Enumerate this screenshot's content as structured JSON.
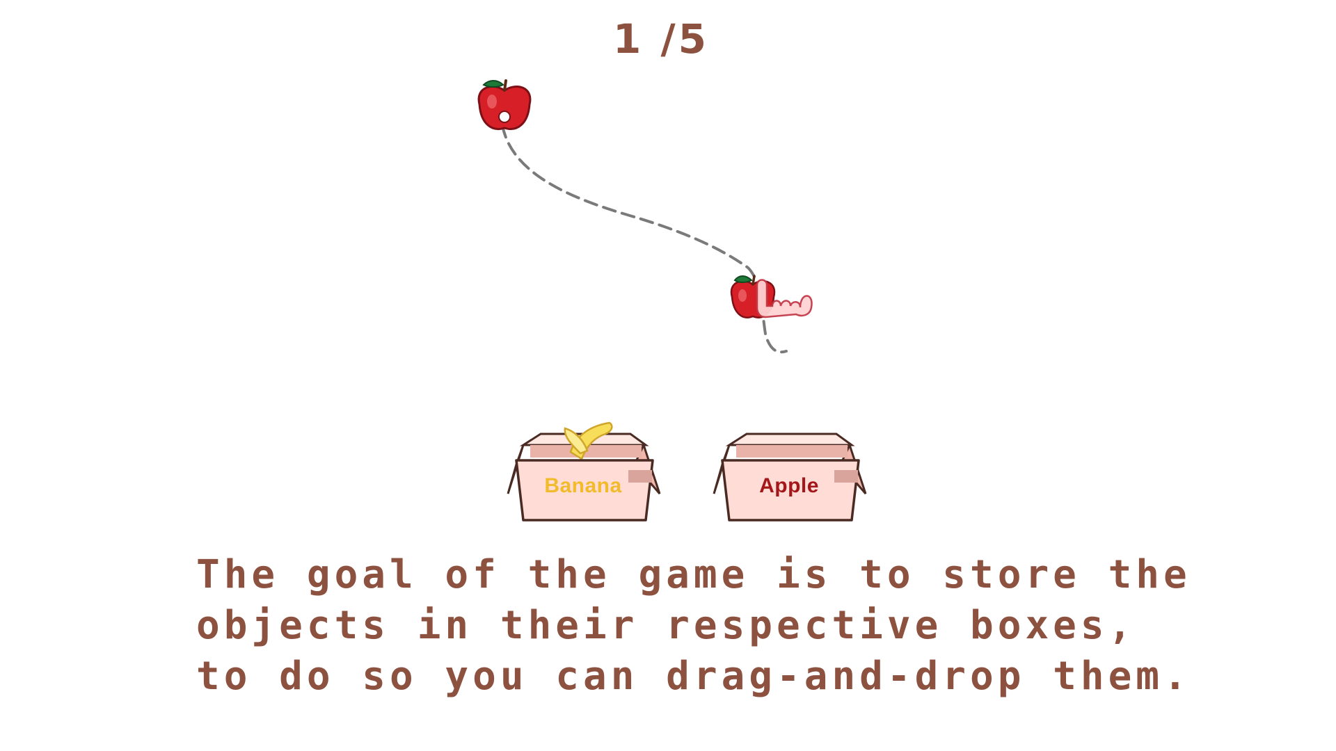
{
  "game": {
    "progress": {
      "text": "1 /5",
      "current": 1,
      "total": 5
    },
    "instructions": "The goal of the game is to store the objects in their respective boxes, to do so you can drag-and-drop them.",
    "boxes": [
      {
        "label": "Banana",
        "label_color": "#f2bb2b",
        "contains": "banana"
      },
      {
        "label": "Apple",
        "label_color": "#a3161a",
        "contains": "none"
      }
    ],
    "tutorial": {
      "draggable_object": "apple",
      "target_box": "Apple",
      "gesture": "drag-and-drop",
      "hint_icon": "hand-pointer-icon"
    }
  },
  "colors": {
    "text": "#8d5140",
    "box_fill": "#ffdcd6",
    "box_outline": "#4a2b24",
    "apple_red": "#d61f26",
    "leaf_green": "#1f7a3a",
    "path_dash": "#777777"
  }
}
